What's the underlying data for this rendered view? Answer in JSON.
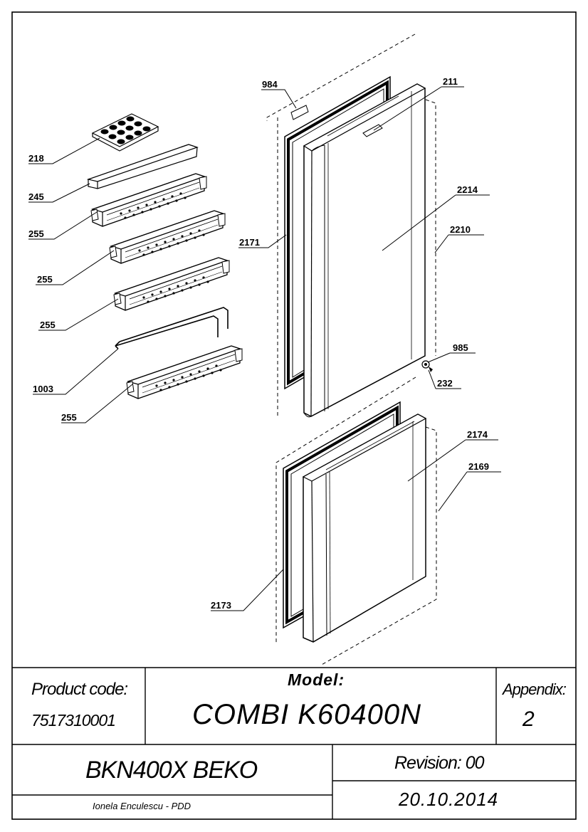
{
  "callouts": {
    "c984": "984",
    "c211": "211",
    "c218": "218",
    "c245": "245",
    "c255a": "255",
    "c255b": "255",
    "c255c": "255",
    "c255d": "255",
    "c1003": "1003",
    "c2171": "2171",
    "c2214": "2214",
    "c2210": "2210",
    "c985": "985",
    "c232": "232",
    "c2174": "2174",
    "c2169": "2169",
    "c2173": "2173"
  },
  "title_block": {
    "product_code_label": "Product code:",
    "product_code": "7517310001",
    "model_label": "Model:",
    "model": "COMBI K60400N",
    "appendix_label": "Appendix:",
    "appendix": "2",
    "product_name": "BKN400X BEKO",
    "revision": "Revision: 00",
    "author": "Ionela Enculescu - PDD",
    "date": "20.10.2014"
  }
}
